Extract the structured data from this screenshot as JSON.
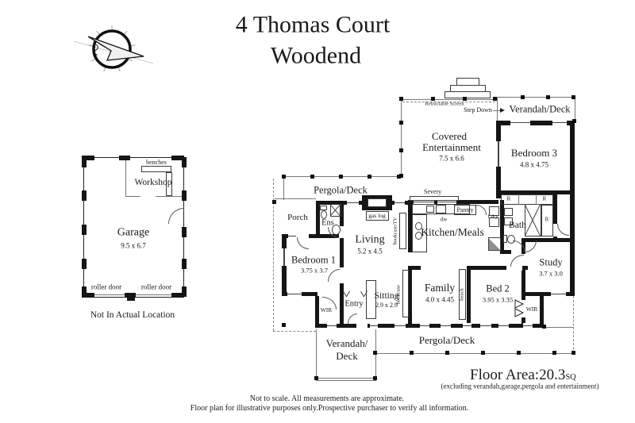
{
  "header": {
    "title_line1": "4 Thomas Court",
    "title_line2": "Woodend"
  },
  "garage": {
    "label": "Garage",
    "dims": "9.5 x 6.7",
    "workshop": "Workshop",
    "benches": "benches",
    "roller_door": "roller door",
    "note": "Not In Actual Location"
  },
  "rooms": {
    "covered_line1": "Covered",
    "covered_line2": "Entertainment",
    "covered_dims": "7.5 x 6.6",
    "bedroom3": "Bedroom 3",
    "bedroom3_dims": "4.8 x 4.75",
    "living": "Living",
    "living_dims": "5.2 x 4.5",
    "kitchen_meals": "Kitchen/Meals",
    "bedroom1": "Bedroom 1",
    "bedroom1_dims": "3.75 x 3.7",
    "bed2": "Bed 2",
    "bed2_dims": "3.95 x 3.35",
    "study": "Study",
    "study_dims": "3.7 x 3.0",
    "family": "Family",
    "family_dims": "4.0 x 4.45",
    "sitting": "Sitting",
    "sitting_dims": "2.9 x 2.9",
    "bath": "Bath",
    "ens": "Ens",
    "entry": "Entry",
    "porch": "Porch",
    "wir": "WIR",
    "pantry": "Pantry",
    "ldry": "Ldry"
  },
  "outdoor": {
    "verandah_deck": "Verandah/Deck",
    "verandah_line1": "Verandah/",
    "verandah_line2": "Deck",
    "pergola_deck": "Pergola/Deck",
    "step_down": "Step Down",
    "retractable_screen": "Retractable Screen"
  },
  "fixtures": {
    "gas_log": "gas log",
    "severy": "Severy",
    "dw": "dw",
    "bookcase_tv": "bookcase/TV",
    "bookcase": "bookcase",
    "bench": "bench",
    "robe": "R"
  },
  "footer": {
    "floor_area": "Floor Area:20.3",
    "floor_area_unit": "SQ",
    "floor_area_note": "(excluding verandah,garage,pergola and entertainment)",
    "disclaimer_line1": "Not to scale. All measurements are approximate.",
    "disclaimer_line2": "Floor plan for illustrative purposes only.Prospective purchaser to verify all information."
  }
}
